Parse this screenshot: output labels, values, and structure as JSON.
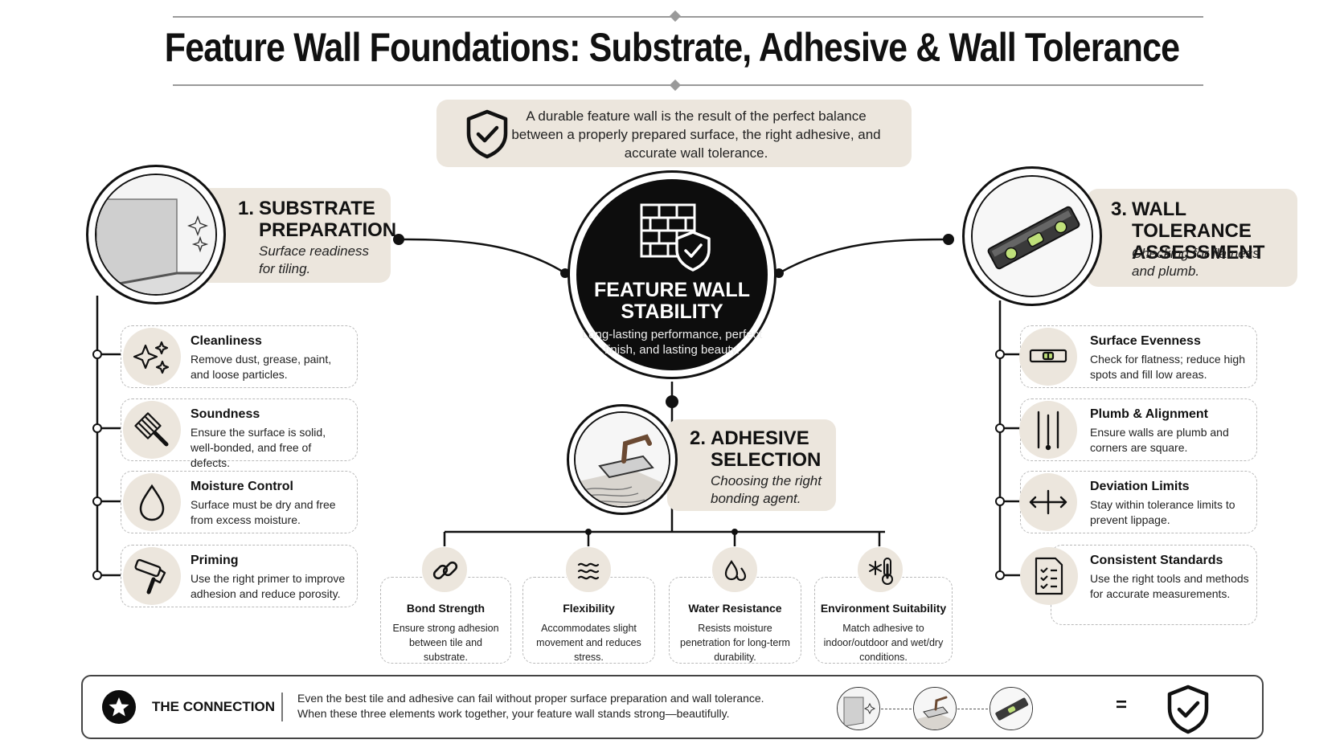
{
  "title": "Feature Wall Foundations: Substrate, Adhesive & Wall Tolerance",
  "intro": {
    "text": "A durable feature wall is the result of the perfect balance between a properly prepared surface, the right adhesive, and accurate wall tolerance.",
    "icon": "shield-check-icon"
  },
  "hub": {
    "title": "FEATURE WALL STABILITY",
    "subtitle": "Long-lasting performance, perfect finish, and lasting beauty.",
    "icon": "brick-wall-shield-icon"
  },
  "substrate": {
    "title_num": "1.",
    "title": "SUBSTRATE PREPARATION",
    "subtitle": "Surface readiness for tiling.",
    "items": [
      {
        "title": "Cleanliness",
        "desc": "Remove dust, grease, paint, and loose particles.",
        "icon": "sparkle-icon"
      },
      {
        "title": "Soundness",
        "desc": "Ensure the surface is solid, well-bonded, and free of defects.",
        "icon": "scraper-icon"
      },
      {
        "title": "Moisture Control",
        "desc": "Surface must be dry and free from excess moisture.",
        "icon": "droplet-icon"
      },
      {
        "title": "Priming",
        "desc": "Use the right primer to improve adhesion and reduce porosity.",
        "icon": "paint-roller-icon"
      }
    ]
  },
  "adhesive": {
    "title_num": "2.",
    "title": "ADHESIVE SELECTION",
    "subtitle": "Choosing the right bonding agent.",
    "items": [
      {
        "title": "Bond Strength",
        "desc": "Ensure strong adhesion between tile and substrate.",
        "icon": "chain-link-icon"
      },
      {
        "title": "Flexibility",
        "desc": "Accommodates slight movement and reduces stress.",
        "icon": "wave-icon"
      },
      {
        "title": "Water Resistance",
        "desc": "Resists moisture penetration for long-term durability.",
        "icon": "water-drops-icon"
      },
      {
        "title": "Environment Suitability",
        "desc": "Match adhesive to indoor/outdoor and wet/dry conditions.",
        "icon": "snow-thermometer-icon"
      }
    ]
  },
  "tolerance": {
    "title_num": "3.",
    "title": "WALL TOLERANCE ASSESSMENT",
    "subtitle": "Checking for flatness and plumb.",
    "items": [
      {
        "title": "Surface Evenness",
        "desc": "Check for flatness; reduce high spots and fill low areas.",
        "icon": "spirit-level-icon"
      },
      {
        "title": "Plumb & Alignment",
        "desc": "Ensure walls are plumb and corners are square.",
        "icon": "vertical-lines-icon"
      },
      {
        "title": "Deviation Limits",
        "desc": "Stay within tolerance limits to prevent lippage.",
        "icon": "double-arrow-icon"
      },
      {
        "title": "Consistent Standards",
        "desc": "Use the right tools and methods for accurate measurements.",
        "icon": "checklist-icon"
      }
    ]
  },
  "connection": {
    "label": "THE CONNECTION",
    "text": "Even the best tile and adhesive can fail without proper surface preparation and wall tolerance. When these three elements work together, your feature wall stands strong—beautifully.",
    "equals": "=",
    "icon": "star-icon"
  },
  "colors": {
    "accent_bg": "#ece6dd",
    "ink": "#111111",
    "hub_bg": "#0d0d0d"
  }
}
